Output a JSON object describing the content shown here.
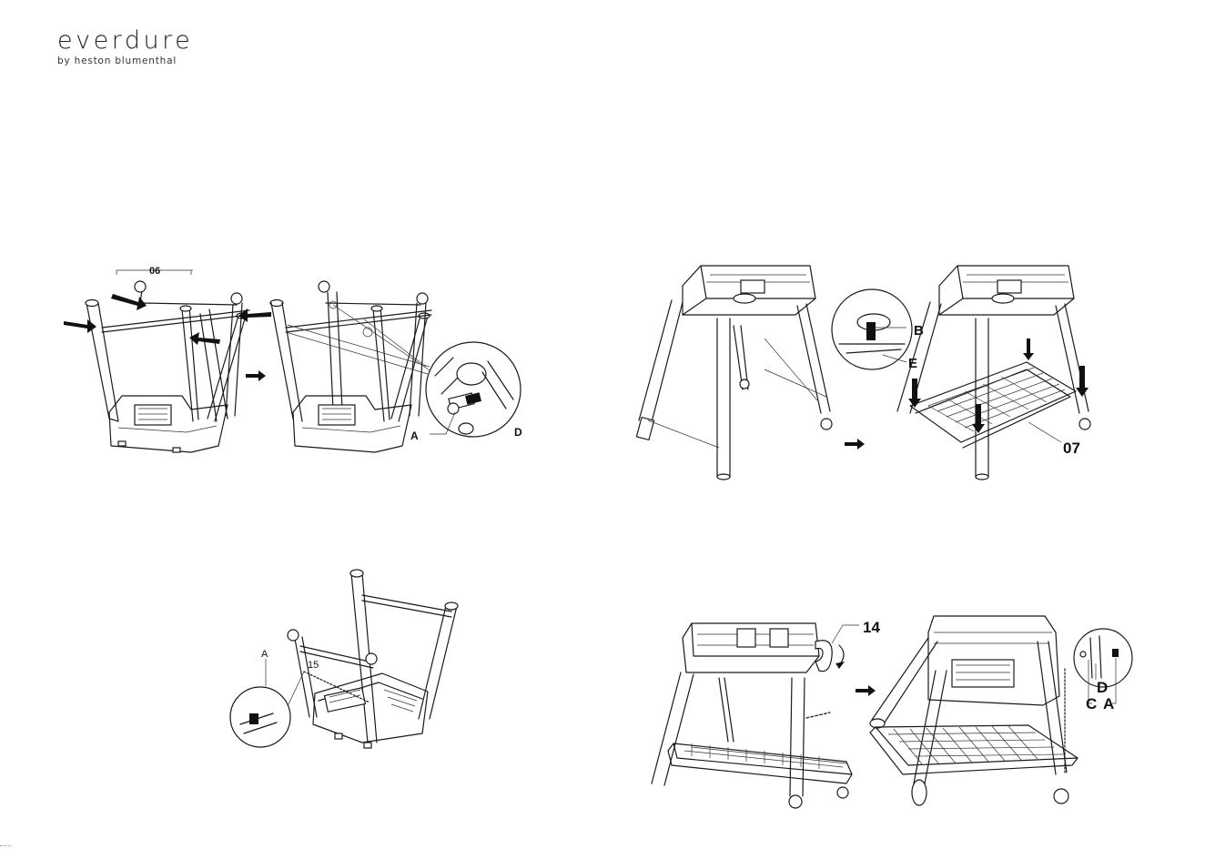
{
  "brand": {
    "name": "everdure",
    "tagline": "by heston blumenthal"
  },
  "step_top_left": {
    "part_number": "06",
    "callout_a": "A",
    "callout_d": "D"
  },
  "step_top_right": {
    "callout_b": "B",
    "callout_e": "E",
    "part_number": "07"
  },
  "step_bottom_left": {
    "callout_a": "A",
    "part_number": "15"
  },
  "step_bottom_right": {
    "part_number": "14",
    "callout_d": "D",
    "callout_c": "C",
    "callout_a": "A"
  }
}
